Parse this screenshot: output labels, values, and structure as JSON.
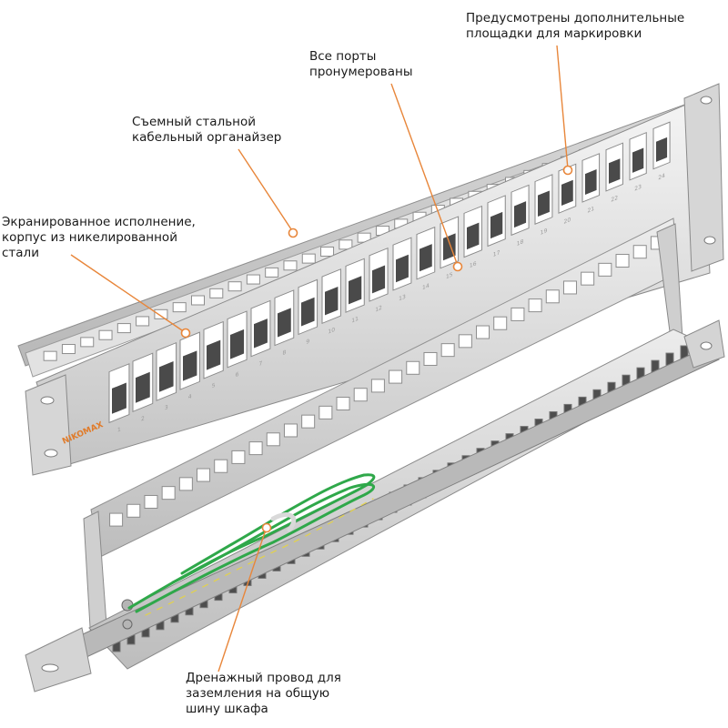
{
  "brand": {
    "logo_text": "NIKOMAX",
    "logo_color": "#e07b2a"
  },
  "colors": {
    "leader_line": "#e8863a",
    "marker_fill": "#ffffff",
    "steel_light": "#e9e9e9",
    "steel_mid": "#c9c9c9",
    "steel_dark": "#9a9a9a",
    "ground_wire": "#2fa84a"
  },
  "callouts": [
    {
      "id": "marking",
      "lines": [
        "Предусмотрены дополнительные",
        "площадки для маркировки"
      ]
    },
    {
      "id": "ports",
      "lines": [
        "Все порты",
        "пронумерованы"
      ]
    },
    {
      "id": "organizer",
      "lines": [
        "Съемный стальной",
        "кабельный органайзер"
      ]
    },
    {
      "id": "shielded",
      "lines": [
        "Экранированное исполнение,",
        "корпус из никелированной",
        "стали"
      ]
    },
    {
      "id": "drain",
      "lines": [
        "Дренажный провод для",
        "заземления на общую",
        "шину шкафа"
      ]
    }
  ],
  "port_numbers": [
    "1",
    "2",
    "3",
    "4",
    "5",
    "6",
    "7",
    "8",
    "9",
    "10",
    "11",
    "12",
    "13",
    "14",
    "15",
    "16",
    "17",
    "18",
    "19",
    "20",
    "21",
    "22",
    "23",
    "24"
  ]
}
